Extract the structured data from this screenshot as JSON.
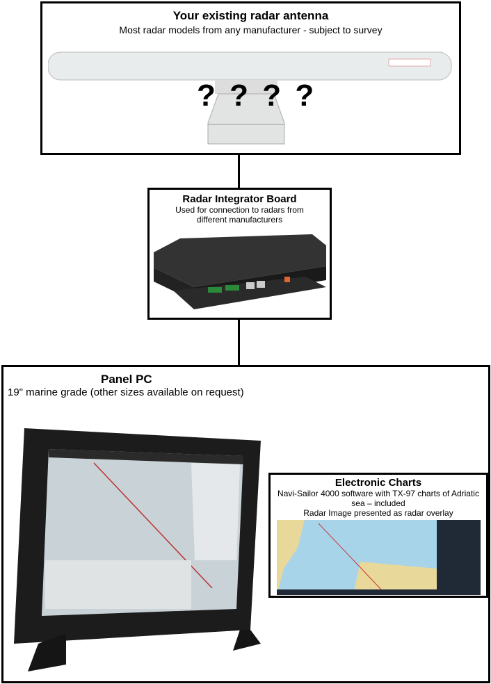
{
  "antenna": {
    "title": "Your existing radar antenna",
    "subtitle": "Most radar models from any manufacturer - subject to survey",
    "question_marks": [
      "?",
      "?",
      "?",
      "?"
    ]
  },
  "integrator": {
    "title": "Radar Integrator Board",
    "subtitle": "Used for connection to radars from different manufacturers"
  },
  "panel_pc": {
    "title": "Panel PC",
    "subtitle": "19\" marine grade (other sizes available on request)"
  },
  "charts": {
    "title": "Electronic Charts",
    "line1": "Navi-Sailor 4000 software with TX-97 charts of Adriatic sea – included",
    "line2": "Radar Image presented as radar overlay"
  }
}
